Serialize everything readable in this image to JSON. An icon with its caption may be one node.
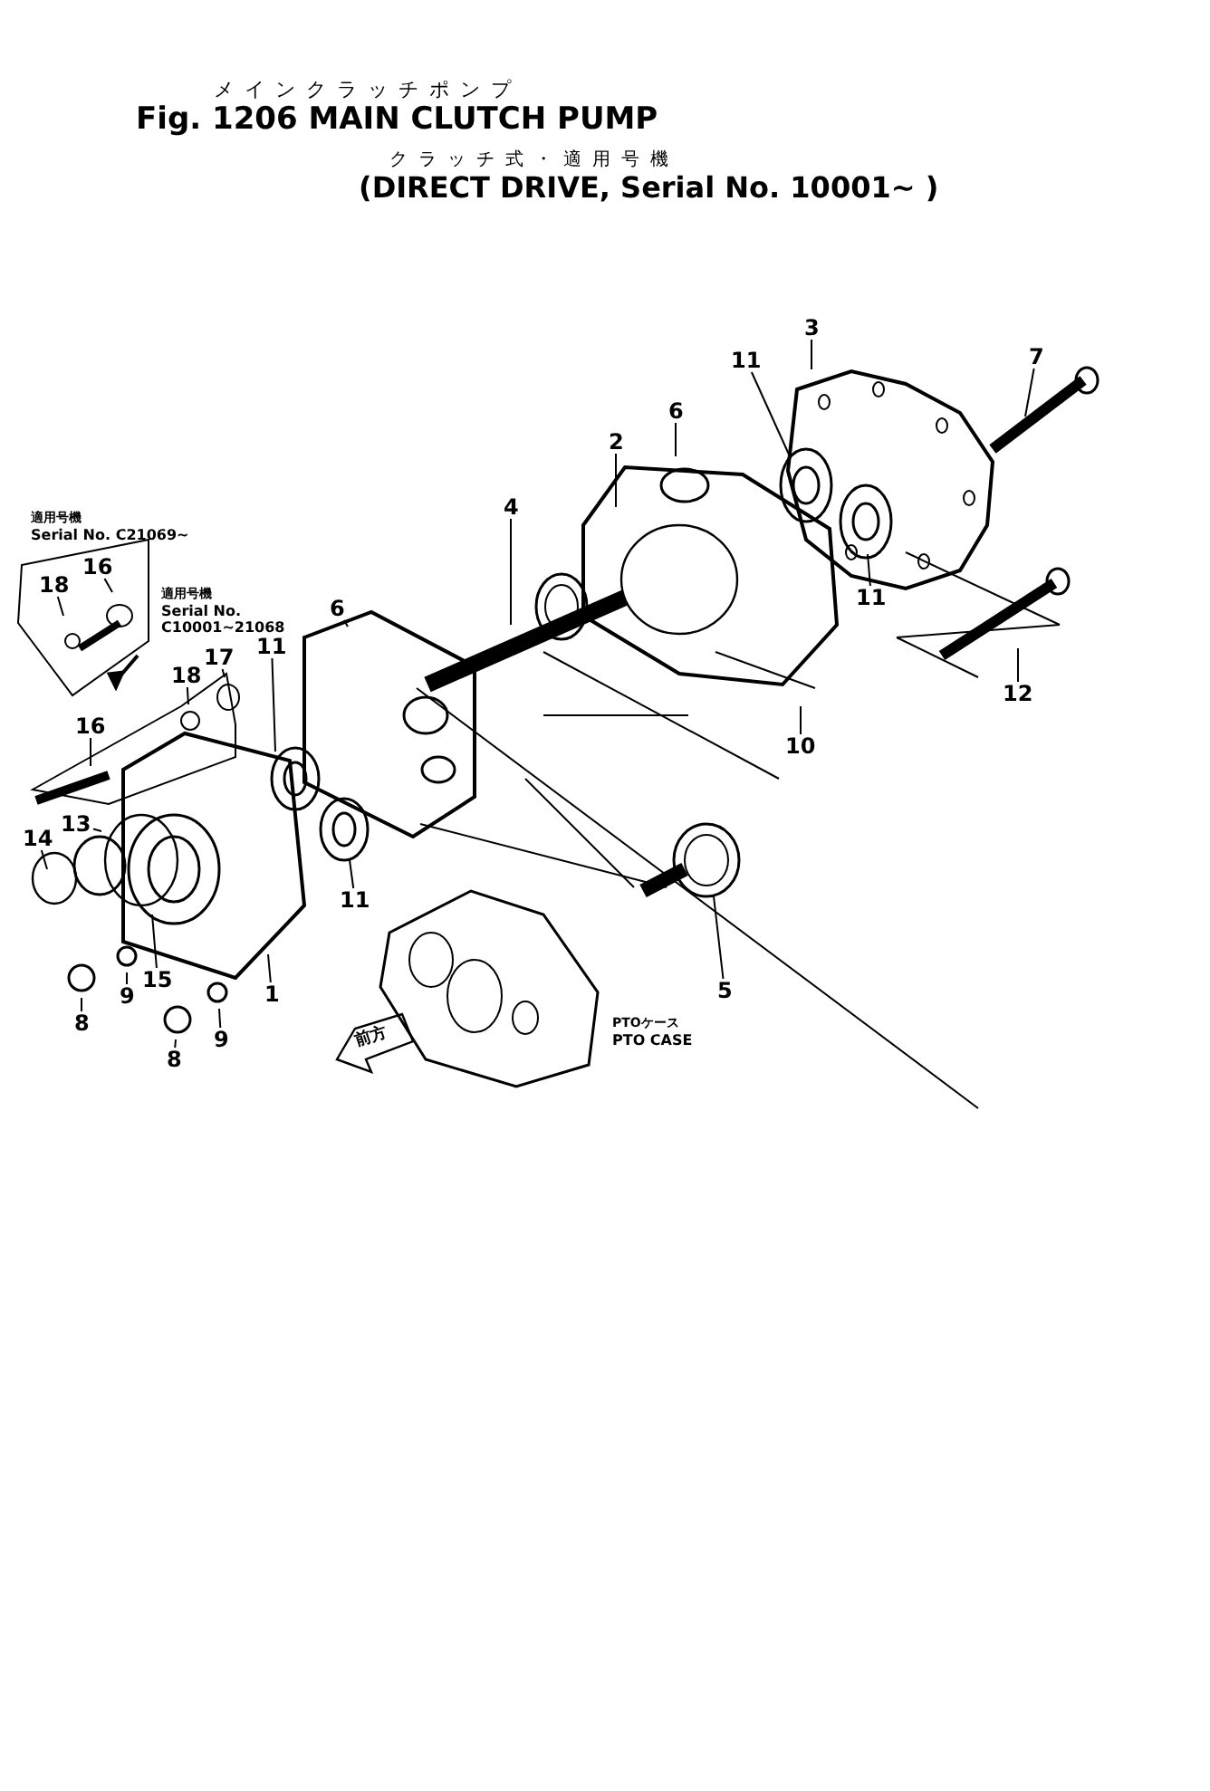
{
  "diagram": {
    "title": "Fig. 1206 MAIN CLUTCH PUMP",
    "nodes": [
      {
        "text": [
          "3"
        ]
      },
      {
        "text": [
          "11"
        ]
      },
      {
        "text": [
          "7"
        ]
      },
      {
        "text": [
          "6"
        ]
      },
      {
        "text": [
          "2"
        ]
      },
      {
        "text": [
          "4"
        ]
      },
      {
        "text": [
          "16"
        ]
      },
      {
        "text": [
          "18"
        ]
      },
      {
        "text": [
          "6"
        ]
      },
      {
        "text": [
          "11"
        ]
      },
      {
        "text": [
          "17"
        ]
      },
      {
        "text": [
          "18"
        ]
      },
      {
        "text": [
          "16"
        ]
      },
      {
        "text": [
          "11"
        ]
      },
      {
        "text": [
          "12"
        ]
      },
      {
        "text": [
          "10"
        ]
      },
      {
        "text": [
          "13"
        ]
      },
      {
        "text": [
          "14"
        ]
      },
      {
        "text": [
          "11"
        ]
      },
      {
        "text": [
          "15"
        ]
      },
      {
        "text": [
          "1"
        ]
      },
      {
        "text": [
          "9"
        ]
      },
      {
        "text": [
          "5"
        ]
      },
      {
        "text": [
          "8"
        ]
      },
      {
        "text": [
          "9"
        ]
      },
      {
        "text": [
          "8"
        ]
      }
    ],
    "edges": [
      {
        "from": 0,
        "to": null,
        "arrow": "none"
      },
      {
        "from": 1,
        "to": null,
        "arrow": "none"
      },
      {
        "from": 2,
        "to": null,
        "arrow": "none"
      },
      {
        "from": 3,
        "to": null,
        "arrow": "none"
      },
      {
        "from": 4,
        "to": null,
        "arrow": "none"
      },
      {
        "from": 5,
        "to": null,
        "arrow": "none"
      },
      {
        "from": 6,
        "to": null,
        "arrow": "none"
      },
      {
        "from": 7,
        "to": null,
        "arrow": "none"
      },
      {
        "from": 8,
        "to": null,
        "arrow": "none"
      },
      {
        "from": 9,
        "to": null,
        "arrow": "none"
      },
      {
        "from": 10,
        "to": null,
        "arrow": "none"
      },
      {
        "from": 11,
        "to": null,
        "arrow": "none"
      },
      {
        "from": 12,
        "to": null,
        "arrow": "none"
      },
      {
        "from": 13,
        "to": null,
        "arrow": "none"
      },
      {
        "from": 14,
        "to": null,
        "arrow": "none"
      },
      {
        "from": 15,
        "to": null,
        "arrow": "none"
      },
      {
        "from": 16,
        "to": null,
        "arrow": "none"
      },
      {
        "from": 17,
        "to": null,
        "arrow": "none"
      },
      {
        "from": 18,
        "to": null,
        "arrow": "none"
      },
      {
        "from": 19,
        "to": null,
        "arrow": "none"
      },
      {
        "from": 20,
        "to": null,
        "arrow": "none"
      },
      {
        "from": 21,
        "to": null,
        "arrow": "none"
      },
      {
        "from": 22,
        "to": null,
        "arrow": "none"
      },
      {
        "from": 23,
        "to": null,
        "arrow": "none"
      },
      {
        "from": 24,
        "to": null,
        "arrow": "none"
      },
      {
        "from": 25,
        "to": null,
        "arrow": "none"
      }
    ],
    "labels": [
      "メインクラッチポンプ",
      "クラッチ式・適用号機",
      "(DIRECT DRIVE, Serial No. 10001~ )",
      "適用号機",
      "Serial No. C21069~",
      "適用号機",
      "Serial No.",
      "C10001~21068",
      "前方",
      "PTOケース",
      "PTO CASE"
    ]
  }
}
